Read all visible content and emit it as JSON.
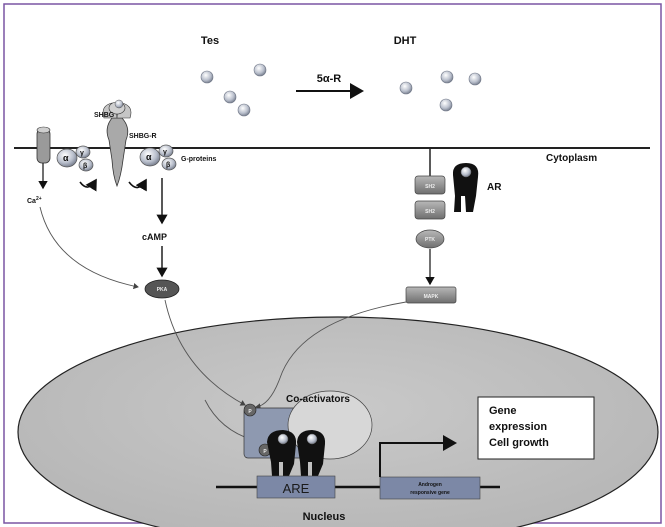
{
  "labels": {
    "tes": "Tes",
    "dht": "DHT",
    "five_alpha_r": "5α-R",
    "shbg": "SHBG",
    "shbg_r": "SHBG-R",
    "g_proteins": "G-proteins",
    "cytoplasm": "Cytoplasm",
    "ar": "AR",
    "sh2_top": "SH2",
    "sh2_bottom": "SH2",
    "ptk": "PTK",
    "calcium": "Ca",
    "calcium_sup": "2+",
    "camp": "cAMP",
    "pka": "PKA",
    "mapk": "MAPK",
    "co_activators": "Co-activators",
    "p_top": "P",
    "p_bottom": "P",
    "are": "ARE",
    "androgen_gene_line1": "Androgen",
    "androgen_gene_line2": "responsive gene",
    "nucleus": "Nucleus",
    "gene_expression_line1": "Gene",
    "gene_expression_line2": "expression",
    "gene_expression_line3": "Cell growth",
    "alpha": "α",
    "beta": "β",
    "gamma": "γ"
  },
  "colors": {
    "frame": "#7a55a3",
    "nucleus_fill": "#bdbdbd",
    "membrane": "#222222",
    "protein_gray": "#8a8a8a",
    "dark": "#111111",
    "ligand": "#9aa6b8"
  }
}
